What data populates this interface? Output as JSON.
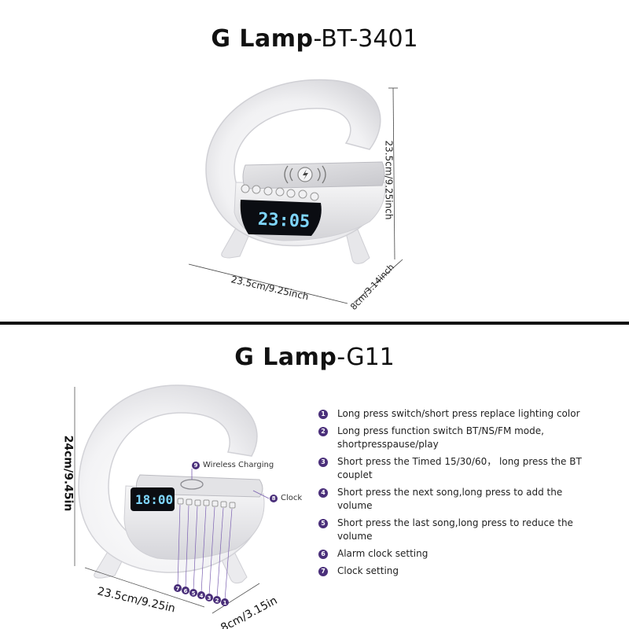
{
  "top": {
    "title_bold": "G Lamp",
    "title_rest": "-BT-3401",
    "clock_text": "23:05",
    "dim_height": "23.5cm/9.25inch",
    "dim_width": "23.5cm/9.25inch",
    "dim_depth": "8cm/3.14inch"
  },
  "bottom": {
    "title_bold": "G Lamp",
    "title_rest": "-G11",
    "clock_text": "18:00",
    "dim_height": "24cm/9.45in",
    "dim_width": "23.5cm/9.25in",
    "dim_depth": "8cm/3.15in",
    "callout_wireless_num": "9",
    "callout_wireless": "Wireless Charging",
    "callout_clock_num": "8",
    "callout_clock": "Clock",
    "button_numbers": [
      "7",
      "6",
      "5",
      "4",
      "3",
      "2",
      "1"
    ],
    "features": [
      {
        "num": "1",
        "text": "Long press switch/short press replace lighting color"
      },
      {
        "num": "2",
        "text": "Long press function switch BT/NS/FM mode, shortpresspause/play"
      },
      {
        "num": "3",
        "text": "Short press the Timed 15/30/60， long press the BT couplet"
      },
      {
        "num": "4",
        "text": "Short press the next song,long press to add the volume"
      },
      {
        "num": "5",
        "text": "Short press the last song,long press to reduce the volume"
      },
      {
        "num": "6",
        "text": "Alarm clock setting"
      },
      {
        "num": "7",
        "text": "Clock setting"
      }
    ]
  },
  "colors": {
    "accent": "#4a2f7a",
    "screen": "#0b0d12",
    "display_text": "#7fd6ff"
  }
}
